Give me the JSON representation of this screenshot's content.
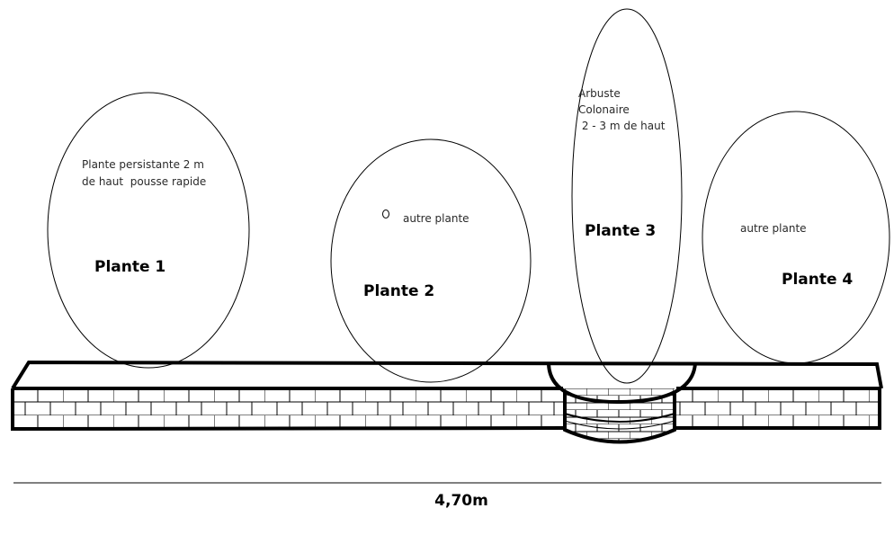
{
  "plants": [
    {
      "name": "Plante 1",
      "notes": [
        "Plante persistante 2 m",
        "de haut  pousse rapide"
      ]
    },
    {
      "name": "Plante 2",
      "notes": [
        "autre plante"
      ]
    },
    {
      "name": "Plante 3",
      "notes": [
        "Arbuste",
        "Colonaire",
        " 2 - 3 m de haut"
      ]
    },
    {
      "name": "Plante 4",
      "notes": [
        "autre plante"
      ]
    }
  ],
  "dimension": {
    "width_label": "4,70m"
  }
}
